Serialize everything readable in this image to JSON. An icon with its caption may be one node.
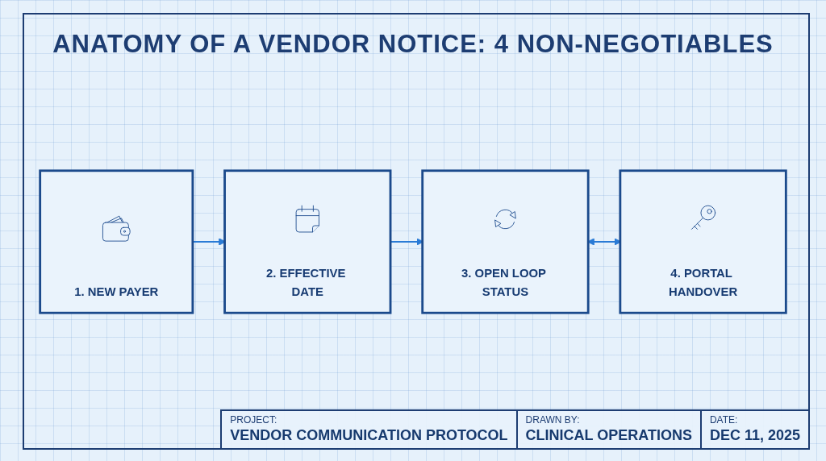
{
  "diagram": {
    "title": "ANATOMY OF A VENDOR NOTICE: 4 NON-NEGOTIABLES",
    "nodes": [
      {
        "text": [
          "1. NEW PAYER"
        ]
      },
      {
        "text": [
          "2. EFFECTIVE DATE"
        ]
      },
      {
        "text": [
          "3. OPEN LOOP STATUS"
        ]
      },
      {
        "text": [
          "4. PORTAL HANDOVER"
        ]
      }
    ],
    "edges": [
      {
        "from": 0,
        "to": 1,
        "arrow": "to"
      },
      {
        "from": 1,
        "to": 2,
        "arrow": "to"
      },
      {
        "from": 2,
        "to": 3,
        "arrow": "both"
      }
    ],
    "labels": [
      "PROJECT:",
      "VENDOR COMMUNICATION PROTOCOL",
      "DRAWN BY:",
      "CLINICAL OPERATIONS",
      "DATE:",
      "DEC 11, 2025"
    ]
  }
}
